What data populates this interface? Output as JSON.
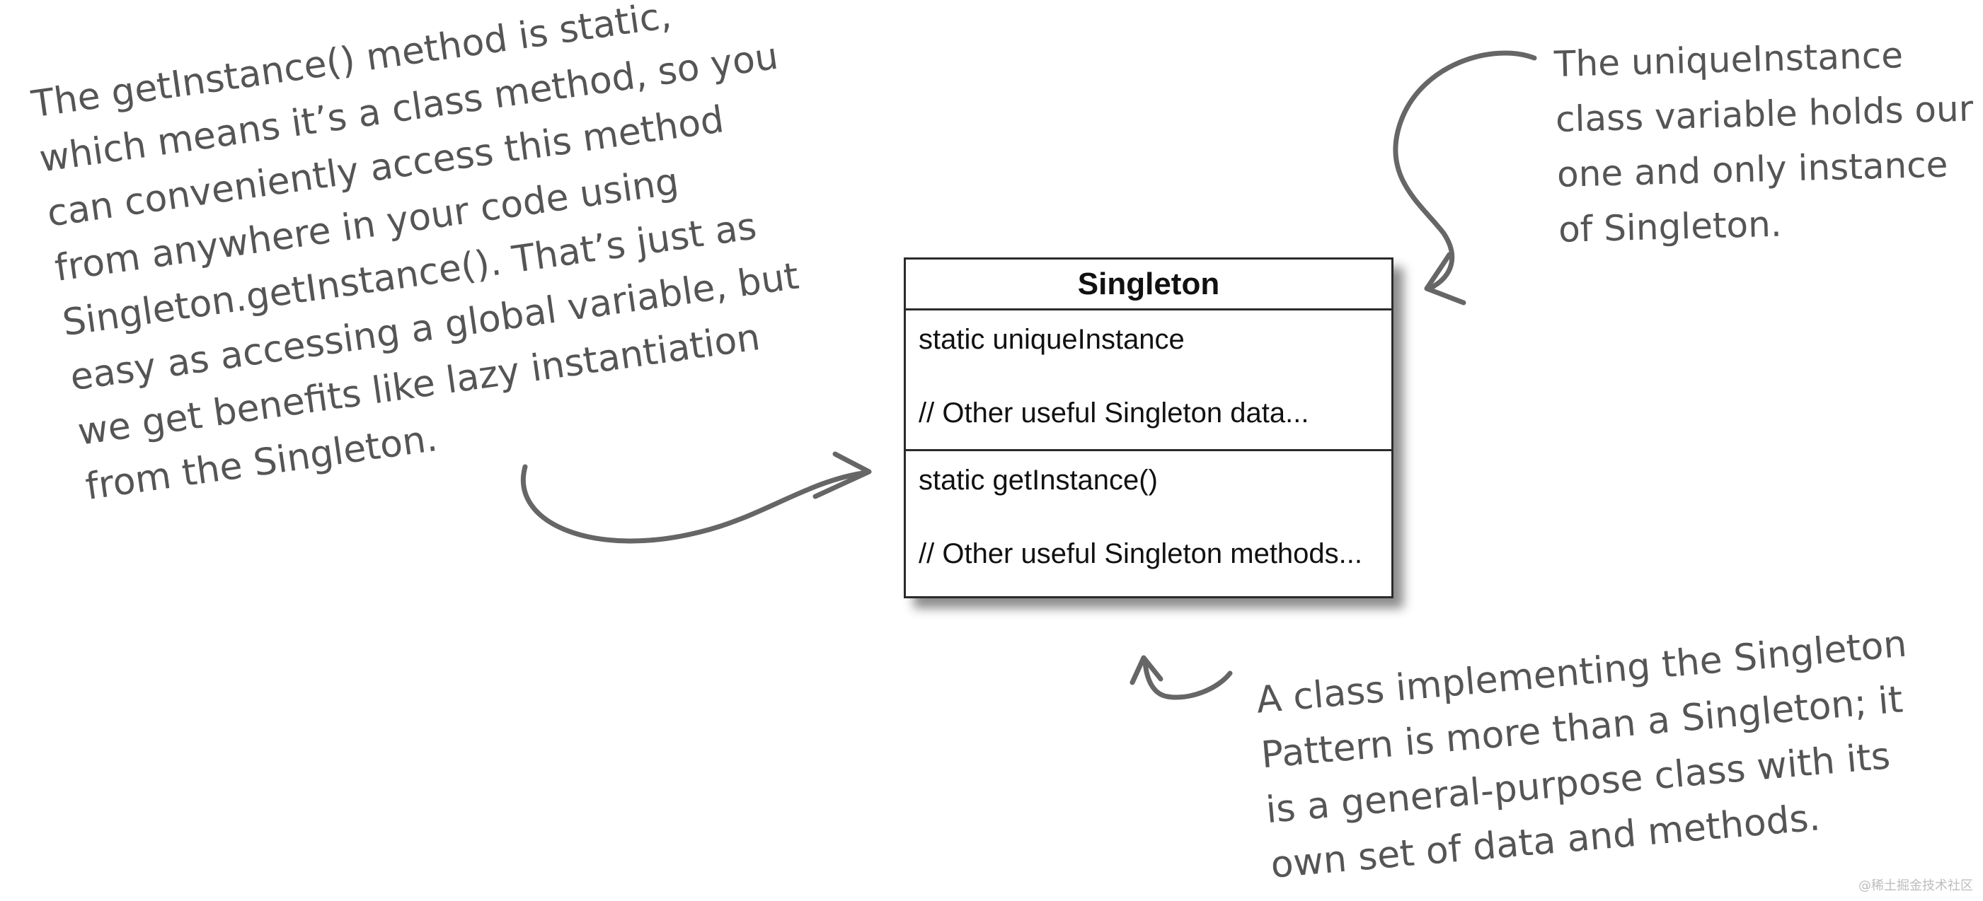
{
  "uml_class": {
    "name": "Singleton",
    "attributes": [
      "static uniqueInstance",
      "// Other useful Singleton data..."
    ],
    "methods": [
      "static getInstance()",
      "// Other useful Singleton methods..."
    ]
  },
  "notes": {
    "left": [
      "The getInstance() method is static,",
      "which means it’s a class method, so you",
      "can conveniently access this method",
      "from anywhere in your code using",
      "Singleton.getInstance(). That’s just as",
      "easy as accessing a global variable, but",
      "we get benefits like lazy instantiation",
      "from the Singleton."
    ],
    "right_top": [
      "The uniqueInstance",
      "class variable holds our",
      "one and only instance",
      "of Singleton."
    ],
    "bottom": [
      "A class implementing the Singleton",
      "Pattern is more than a Singleton; it",
      "is a general-purpose class with its",
      "own set of data and methods."
    ]
  },
  "watermark": "@稀土掘金技术社区",
  "colors": {
    "handwriting": "#555555",
    "box_border": "#2b2b2b",
    "arrow": "#666666"
  }
}
